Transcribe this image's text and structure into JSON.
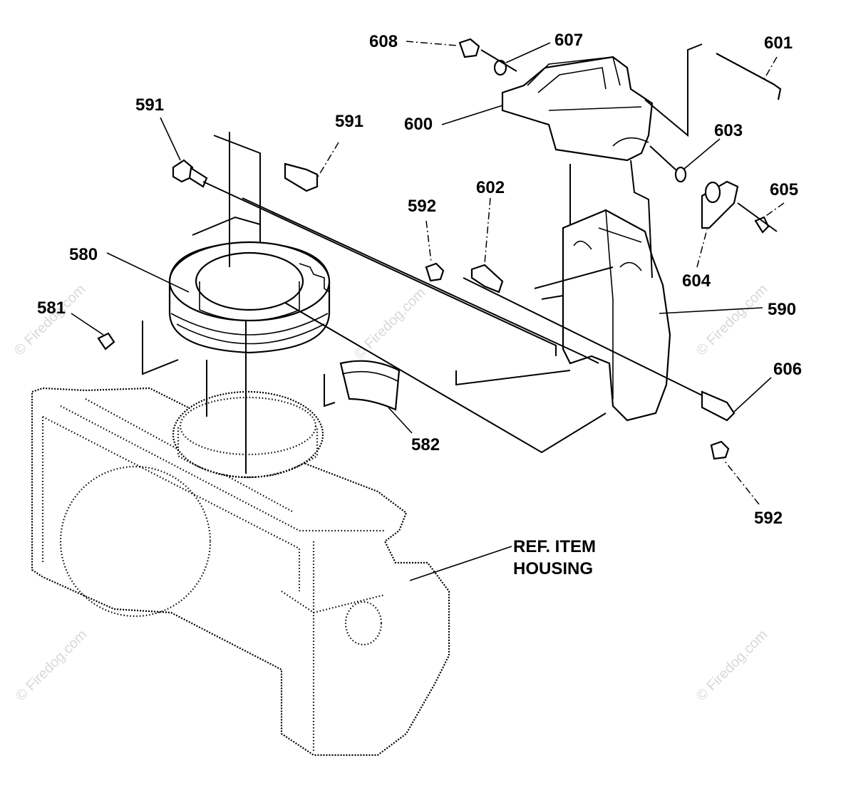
{
  "diagram": {
    "part_labels": {
      "p608": "608",
      "p607": "607",
      "p601": "601",
      "p600": "600",
      "p591a": "591",
      "p591b": "591",
      "p603": "603",
      "p605": "605",
      "p602": "602",
      "p592a": "592",
      "p580": "580",
      "p604": "604",
      "p590": "590",
      "p581": "581",
      "p606": "606",
      "p582": "582",
      "p592b": "592"
    },
    "ref_label": {
      "line1": "REF. ITEM",
      "line2": "HOUSING"
    },
    "watermark": "© Firedog.com"
  }
}
